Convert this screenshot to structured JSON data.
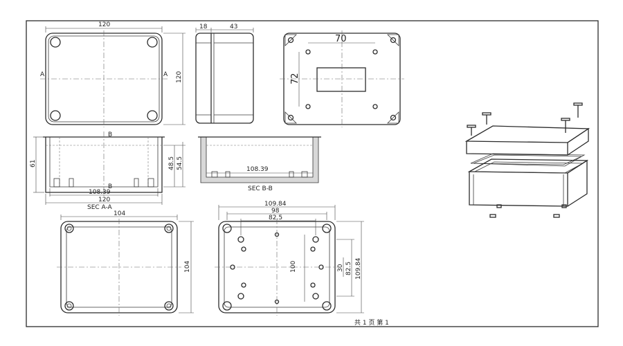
{
  "drawing": {
    "front": {
      "width": "120",
      "height": "120",
      "section_mark": "A"
    },
    "side": {
      "lid_depth": "18",
      "body_depth": "43"
    },
    "back": {
      "h_spacing": "70",
      "v_spacing": "72"
    },
    "section_a": {
      "height_total": "61",
      "inner_1": "48.5",
      "inner_2": "54.5",
      "inner_width": "108.39",
      "outer_width": "120",
      "caption": "SEC A-A",
      "cut_mark": "B"
    },
    "section_b": {
      "inner_width": "108.39",
      "caption": "SEC B-B"
    },
    "lid_bottom": {
      "width": "104",
      "height": "104"
    },
    "base_top": {
      "outer_width": "109.84",
      "mid_width": "98",
      "inner_width": "82.5",
      "v_100": "100",
      "v_30": "30",
      "v_82_5": "82.5",
      "v_109_84": "109.84"
    },
    "footer": {
      "sheet_info": "共 1 页   第 1"
    }
  }
}
